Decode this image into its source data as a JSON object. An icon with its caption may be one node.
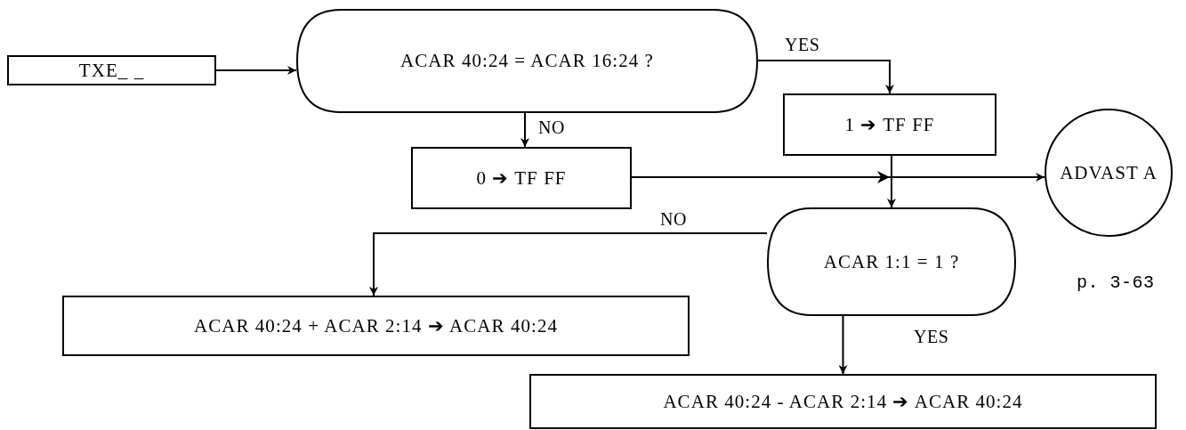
{
  "diagram": {
    "nodes": [
      {
        "text": [
          "TXE_ _"
        ]
      },
      {
        "text": [
          "ACAR 40:24 = ACAR 16:24 ?"
        ]
      },
      {
        "text": [
          "1 ➔ TF FF"
        ]
      },
      {
        "text": [
          "0 ➔ TF FF"
        ]
      },
      {
        "text": [
          "ADVAST A"
        ]
      },
      {
        "text": [
          "ACAR 1:1 = 1 ?"
        ]
      },
      {
        "text": [
          "ACAR 40:24 + ACAR 2:14 ➔ ACAR 40:24"
        ]
      },
      {
        "text": [
          "ACAR 40:24 - ACAR 2:14 ➔ ACAR 40:24"
        ]
      }
    ],
    "edges": [
      {
        "from": 0,
        "to": 1,
        "arrow": "to"
      },
      {
        "from": 1,
        "to": 3,
        "arrow": "to",
        "label": "NO"
      },
      {
        "from": 1,
        "to": 2,
        "arrow": "to",
        "label": "YES"
      },
      {
        "from": 2,
        "to": 5,
        "arrow": "to"
      },
      {
        "from": 3,
        "to": 4,
        "arrow": "to"
      },
      {
        "from": 5,
        "to": 6,
        "arrow": "to",
        "label": "NO"
      },
      {
        "from": 5,
        "to": 7,
        "arrow": "to",
        "label": "YES"
      }
    ],
    "labels": [
      "p. 3-63"
    ]
  }
}
